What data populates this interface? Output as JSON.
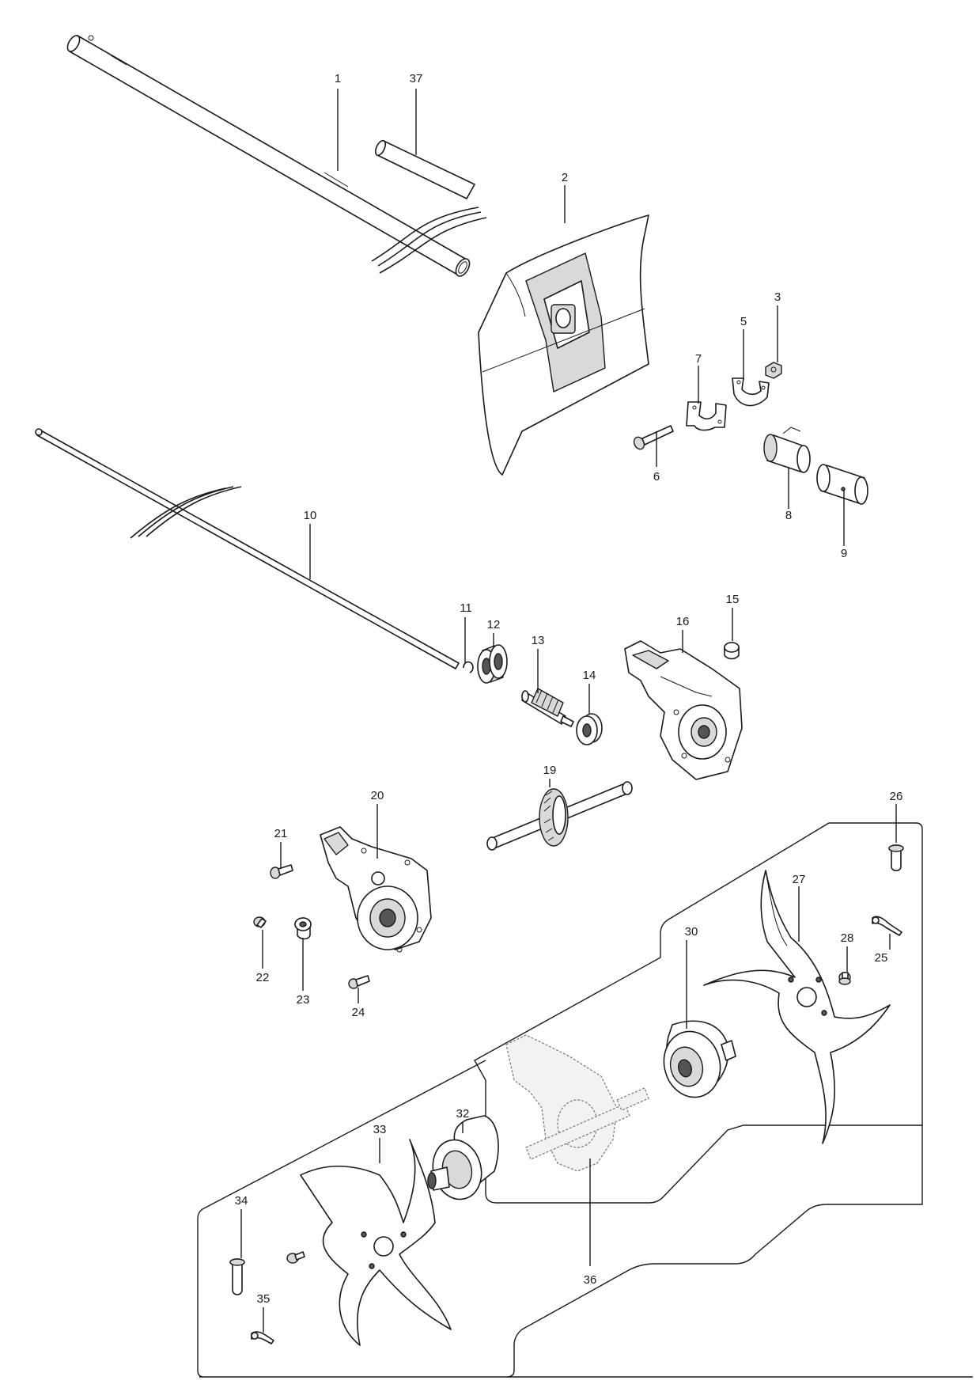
{
  "callouts": [
    {
      "id": "1",
      "text": "1"
    },
    {
      "id": "2",
      "text": "2"
    },
    {
      "id": "3",
      "text": "3"
    },
    {
      "id": "5",
      "text": "5"
    },
    {
      "id": "6",
      "text": "6"
    },
    {
      "id": "7",
      "text": "7"
    },
    {
      "id": "8",
      "text": "8"
    },
    {
      "id": "9",
      "text": "9"
    },
    {
      "id": "10",
      "text": "10"
    },
    {
      "id": "11",
      "text": "11"
    },
    {
      "id": "12",
      "text": "12"
    },
    {
      "id": "13",
      "text": "13"
    },
    {
      "id": "14",
      "text": "14"
    },
    {
      "id": "15",
      "text": "15"
    },
    {
      "id": "16",
      "text": "16"
    },
    {
      "id": "19",
      "text": "19"
    },
    {
      "id": "20",
      "text": "20"
    },
    {
      "id": "21",
      "text": "21"
    },
    {
      "id": "22",
      "text": "22"
    },
    {
      "id": "23",
      "text": "23"
    },
    {
      "id": "24",
      "text": "24"
    },
    {
      "id": "25",
      "text": "25"
    },
    {
      "id": "26",
      "text": "26"
    },
    {
      "id": "27",
      "text": "27"
    },
    {
      "id": "28",
      "text": "28"
    },
    {
      "id": "30",
      "text": "30"
    },
    {
      "id": "32",
      "text": "32"
    },
    {
      "id": "33",
      "text": "33"
    },
    {
      "id": "34",
      "text": "34"
    },
    {
      "id": "35",
      "text": "35"
    },
    {
      "id": "36",
      "text": "36"
    },
    {
      "id": "37",
      "text": "37"
    }
  ],
  "colors": {
    "ink": "#1a1a1a",
    "paper": "#ffffff",
    "shade": "#d9d9d9"
  }
}
